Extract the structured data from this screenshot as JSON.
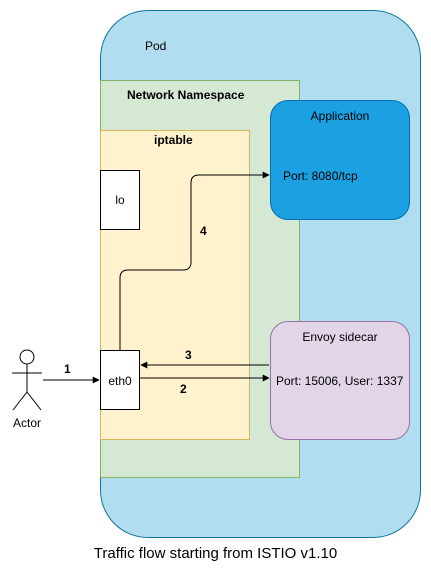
{
  "pod": {
    "label": "Pod"
  },
  "network_namespace": {
    "label": "Network Namespace"
  },
  "iptable": {
    "label": "iptable"
  },
  "application": {
    "title": "Application",
    "port": "Port: 8080/tcp"
  },
  "envoy": {
    "title": "Envoy sidecar",
    "port": "Port: 15006, User: 1337"
  },
  "lo": {
    "label": "lo"
  },
  "eth0": {
    "label": "eth0"
  },
  "actor": {
    "label": "Actor"
  },
  "steps": {
    "s1": "1",
    "s2": "2",
    "s3": "3",
    "s4": "4"
  },
  "caption": "Traffic flow starting from ISTIO v1.10",
  "colors": {
    "pod_fill": "#b1ddf0",
    "namespace_fill": "#d5e8d4",
    "iptable_fill": "#fff2cc",
    "application_fill": "#1ba1e2",
    "envoy_fill": "#e1d5e7"
  }
}
